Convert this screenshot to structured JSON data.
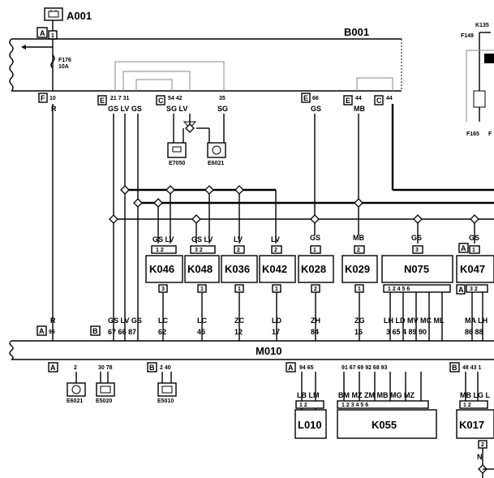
{
  "top_connector": {
    "name": "A001",
    "letter": "A",
    "pin": "1"
  },
  "main_unit": "B001",
  "fuse": {
    "name": "F176",
    "rating": "10A"
  },
  "upper_connectors": [
    {
      "letter": "F",
      "pins": "10",
      "wires": "R"
    },
    {
      "letter": "E",
      "pins": "21  7  31",
      "wires": "GS LV GS"
    },
    {
      "letter": "C",
      "pins": "54  42",
      "wires": "SG  LV"
    },
    {
      "pin": "35",
      "wire": "SG"
    },
    {
      "letter": "E",
      "pins": "66",
      "wires": "GS"
    },
    {
      "letter": "E",
      "pins": "44",
      "wires": "MB"
    },
    {
      "letter": "C",
      "pins": "44"
    }
  ],
  "small_components": [
    "E7050",
    "E6021"
  ],
  "right_inset": {
    "label1": "K135",
    "label2": "F149",
    "label3": "F165",
    "label4": "F"
  },
  "modules": [
    {
      "name": "K046",
      "wires": "GS LV",
      "pins": "1  2",
      "out_pin": "3",
      "out_wire": "LC",
      "m010_pin": "62"
    },
    {
      "name": "K048",
      "wires": "GS LV",
      "pins": "3  2",
      "out_pin": "1",
      "out_wire": "LC",
      "m010_pin": "45"
    },
    {
      "name": "K036",
      "wires": "LV",
      "pins": "2",
      "out_pin": "1",
      "out_wire": "ZC",
      "m010_pin": "12"
    },
    {
      "name": "K042",
      "wires": "LV",
      "pins": "2",
      "out_pin": "1",
      "out_wire": "LD",
      "m010_pin": "17"
    },
    {
      "name": "K028",
      "wires": "GS",
      "pins": "1",
      "out_pin": "2",
      "out_wire": "ZH",
      "m010_pin": "84"
    },
    {
      "name": "K029",
      "wires": "MB",
      "pins": "2",
      "out_pin": "1",
      "out_wire": "ZG",
      "m010_pin": "16"
    },
    {
      "name": "N075",
      "wires": "GS",
      "pins": "3",
      "out_pins": "1  2  4  5  6",
      "out_wires": "LH LD MV MC ML",
      "m010_pins": "3  65  4  89 90"
    },
    {
      "name": "K047",
      "connector": "A",
      "wires": "GS",
      "pins": "1",
      "out_connector": "A",
      "out_pins": "3  2",
      "out_wires": "MA LH",
      "m010_pins": "86 88"
    }
  ],
  "m010": {
    "name": "M010",
    "left_labels": {
      "connector_a": "A",
      "pin_a": "96",
      "wire_a": "R",
      "connector_b": "B",
      "pins_b": "67 66 87",
      "wires_b": "GS LV GS"
    }
  },
  "bottom": {
    "a_group": {
      "letter": "A",
      "pins": [
        "2",
        "30 78"
      ],
      "components": [
        "E6021",
        "E5020"
      ]
    },
    "b_group": {
      "letter": "B",
      "pins": "2  40",
      "component": "E5010"
    },
    "l010": {
      "connector": "A",
      "pins": "94  65",
      "wires": "LB  LM",
      "sub_pins": "1  2",
      "name": "L010"
    },
    "k055": {
      "pins": "91  67  69  92  68  93",
      "wires": "BM  MZ  ZM  MB  MG  MZ",
      "sub_pins": "1  2  3  4  5  6",
      "name": "K055"
    },
    "k017": {
      "connector": "B",
      "pins": "48  43  1",
      "wires": "MB LG L",
      "sub_pins": "1  2",
      "name": "K017",
      "below_pin": "2",
      "below_wire": "N"
    }
  }
}
